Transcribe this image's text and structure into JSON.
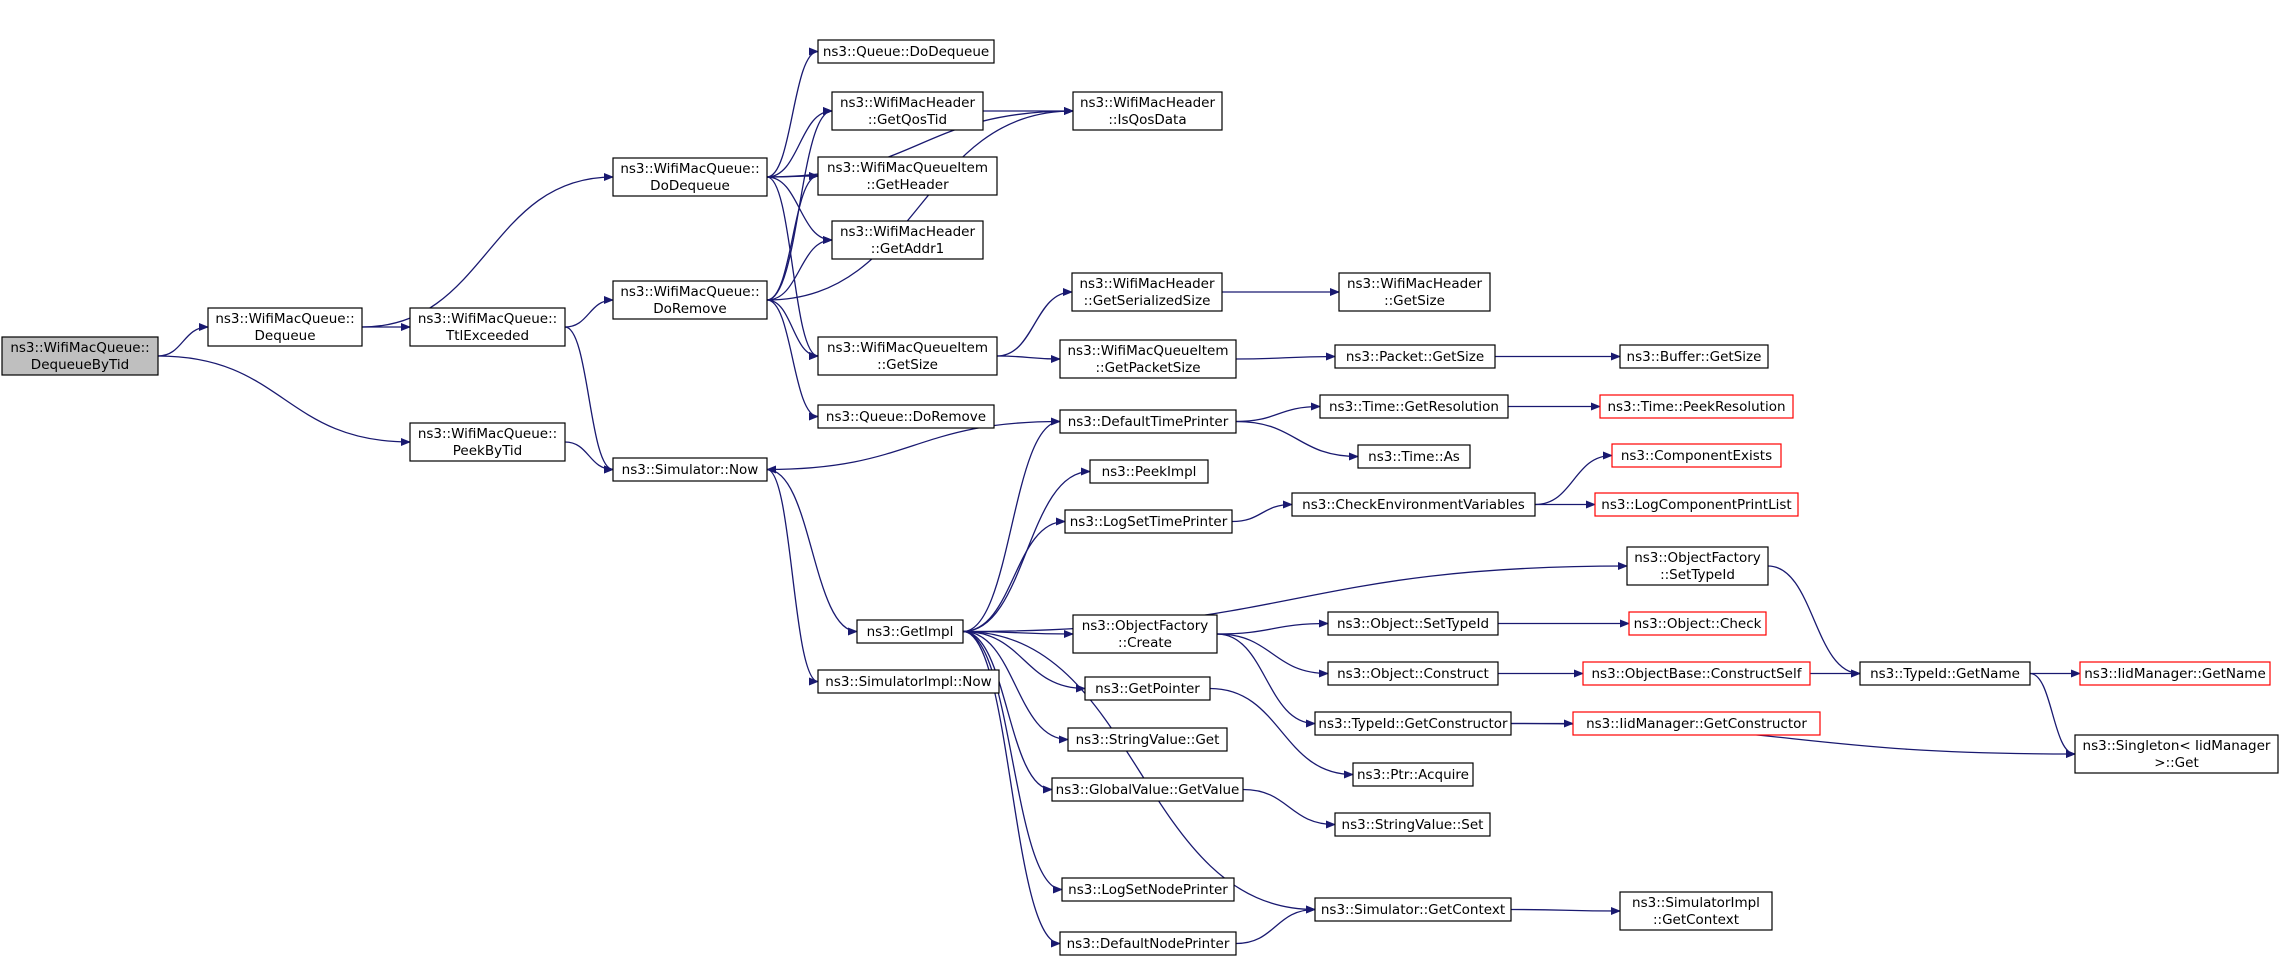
{
  "colors": {
    "edge": "#191970",
    "node_border": "#000000",
    "external_border": "#ff0000",
    "root_fill": "#bfbfbf"
  },
  "nodes": [
    {
      "id": "dequeuebytid",
      "lines": [
        "ns3::WifiMacQueue::",
        "DequeueByTid"
      ],
      "root": true
    },
    {
      "id": "dequeue",
      "lines": [
        "ns3::WifiMacQueue::",
        "Dequeue"
      ]
    },
    {
      "id": "ttlexceeded",
      "lines": [
        "ns3::WifiMacQueue::",
        "TtlExceeded"
      ]
    },
    {
      "id": "peekbytid",
      "lines": [
        "ns3::WifiMacQueue::",
        "PeekByTid"
      ]
    },
    {
      "id": "dodequeue",
      "lines": [
        "ns3::WifiMacQueue::",
        "DoDequeue"
      ]
    },
    {
      "id": "doremove",
      "lines": [
        "ns3::WifiMacQueue::",
        "DoRemove"
      ]
    },
    {
      "id": "simnow",
      "lines": [
        "ns3::Simulator::Now"
      ]
    },
    {
      "id": "queue_dodequeue",
      "lines": [
        "ns3::Queue::DoDequeue"
      ]
    },
    {
      "id": "getqostid",
      "lines": [
        "ns3::WifiMacHeader",
        "::GetQosTid"
      ]
    },
    {
      "id": "itemgetheader",
      "lines": [
        "ns3::WifiMacQueueItem",
        "::GetHeader"
      ]
    },
    {
      "id": "getaddr1",
      "lines": [
        "ns3::WifiMacHeader",
        "::GetAddr1"
      ]
    },
    {
      "id": "itemgetsize",
      "lines": [
        "ns3::WifiMacQueueItem",
        "::GetSize"
      ]
    },
    {
      "id": "queue_doremove",
      "lines": [
        "ns3::Queue::DoRemove"
      ]
    },
    {
      "id": "isqosdata",
      "lines": [
        "ns3::WifiMacHeader",
        "::IsQosData"
      ]
    },
    {
      "id": "getserializedsize",
      "lines": [
        "ns3::WifiMacHeader",
        "::GetSerializedSize"
      ]
    },
    {
      "id": "getpacketsize",
      "lines": [
        "ns3::WifiMacQueueItem",
        "::GetPacketSize"
      ]
    },
    {
      "id": "hdrgetsize",
      "lines": [
        "ns3::WifiMacHeader",
        "::GetSize"
      ]
    },
    {
      "id": "packetgetsize",
      "lines": [
        "ns3::Packet::GetSize"
      ]
    },
    {
      "id": "buffergetsize",
      "lines": [
        "ns3::Buffer::GetSize"
      ]
    },
    {
      "id": "getimpl",
      "lines": [
        "ns3::GetImpl"
      ]
    },
    {
      "id": "simimplnow",
      "lines": [
        "ns3::SimulatorImpl::Now"
      ]
    },
    {
      "id": "defaulttimeprinter",
      "lines": [
        "ns3::DefaultTimePrinter"
      ]
    },
    {
      "id": "peekimpl",
      "lines": [
        "ns3::PeekImpl"
      ]
    },
    {
      "id": "logsettimeprinter",
      "lines": [
        "ns3::LogSetTimePrinter"
      ]
    },
    {
      "id": "objfactorycreate",
      "lines": [
        "ns3::ObjectFactory",
        "::Create"
      ]
    },
    {
      "id": "getpointer",
      "lines": [
        "ns3::GetPointer"
      ]
    },
    {
      "id": "stringvalueget",
      "lines": [
        "ns3::StringValue::Get"
      ]
    },
    {
      "id": "globalvaluegetvalue",
      "lines": [
        "ns3::GlobalValue::GetValue"
      ]
    },
    {
      "id": "logsetnodeprinter",
      "lines": [
        "ns3::LogSetNodePrinter"
      ]
    },
    {
      "id": "defaultnodeprinter",
      "lines": [
        "ns3::DefaultNodePrinter"
      ]
    },
    {
      "id": "timegetresolution",
      "lines": [
        "ns3::Time::GetResolution"
      ]
    },
    {
      "id": "timeas",
      "lines": [
        "ns3::Time::As"
      ]
    },
    {
      "id": "checkenv",
      "lines": [
        "ns3::CheckEnvironmentVariables"
      ]
    },
    {
      "id": "objsettypeid",
      "lines": [
        "ns3::Object::SetTypeId"
      ]
    },
    {
      "id": "objconstruct",
      "lines": [
        "ns3::Object::Construct"
      ]
    },
    {
      "id": "typeidgetconstructor",
      "lines": [
        "ns3::TypeId::GetConstructor"
      ]
    },
    {
      "id": "ptracquire",
      "lines": [
        "ns3::Ptr::Acquire"
      ]
    },
    {
      "id": "stringvalueset",
      "lines": [
        "ns3::StringValue::Set"
      ]
    },
    {
      "id": "simgetcontext",
      "lines": [
        "ns3::Simulator::GetContext"
      ]
    },
    {
      "id": "timepeekresolution",
      "lines": [
        "ns3::Time::PeekResolution"
      ],
      "external": true
    },
    {
      "id": "componentexists",
      "lines": [
        "ns3::ComponentExists"
      ],
      "external": true
    },
    {
      "id": "logcomponentprintlist",
      "lines": [
        "ns3::LogComponentPrintList"
      ],
      "external": true
    },
    {
      "id": "objfactorysettypeid",
      "lines": [
        "ns3::ObjectFactory",
        "::SetTypeId"
      ]
    },
    {
      "id": "objcheck",
      "lines": [
        "ns3::Object::Check"
      ],
      "external": true
    },
    {
      "id": "objbaseconstructself",
      "lines": [
        "ns3::ObjectBase::ConstructSelf"
      ],
      "external": true
    },
    {
      "id": "iidgetconstructor",
      "lines": [
        "ns3::IidManager::GetConstructor"
      ],
      "external": true
    },
    {
      "id": "simimplgetcontext",
      "lines": [
        "ns3::SimulatorImpl",
        "::GetContext"
      ]
    },
    {
      "id": "typeidgetname",
      "lines": [
        "ns3::TypeId::GetName"
      ]
    },
    {
      "id": "iidgetname",
      "lines": [
        "ns3::IidManager::GetName"
      ],
      "external": true
    },
    {
      "id": "singletonget",
      "lines": [
        "ns3::Singleton< IidManager",
        ">::Get"
      ]
    }
  ],
  "edges": [
    [
      "dequeuebytid",
      "dequeue"
    ],
    [
      "dequeuebytid",
      "peekbytid"
    ],
    [
      "dequeue",
      "dodequeue"
    ],
    [
      "dequeue",
      "ttlexceeded"
    ],
    [
      "ttlexceeded",
      "doremove"
    ],
    [
      "ttlexceeded",
      "simnow"
    ],
    [
      "peekbytid",
      "simnow"
    ],
    [
      "dodequeue",
      "isqosdata"
    ],
    [
      "dodequeue",
      "queue_dodequeue"
    ],
    [
      "dodequeue",
      "getqostid"
    ],
    [
      "dodequeue",
      "itemgetheader"
    ],
    [
      "dodequeue",
      "getaddr1"
    ],
    [
      "dodequeue",
      "itemgetsize"
    ],
    [
      "doremove",
      "getqostid"
    ],
    [
      "doremove",
      "itemgetheader"
    ],
    [
      "doremove",
      "getaddr1"
    ],
    [
      "doremove",
      "isqosdata"
    ],
    [
      "doremove",
      "itemgetsize"
    ],
    [
      "doremove",
      "queue_doremove"
    ],
    [
      "getqostid",
      "isqosdata"
    ],
    [
      "itemgetsize",
      "getserializedsize"
    ],
    [
      "itemgetsize",
      "getpacketsize"
    ],
    [
      "getserializedsize",
      "hdrgetsize"
    ],
    [
      "getpacketsize",
      "packetgetsize"
    ],
    [
      "packetgetsize",
      "buffergetsize"
    ],
    [
      "simnow",
      "getimpl"
    ],
    [
      "simnow",
      "simimplnow"
    ],
    [
      "defaulttimeprinter",
      "simnow"
    ],
    [
      "defaulttimeprinter",
      "timegetresolution"
    ],
    [
      "defaulttimeprinter",
      "timeas"
    ],
    [
      "timegetresolution",
      "timepeekresolution"
    ],
    [
      "getimpl",
      "defaulttimeprinter"
    ],
    [
      "getimpl",
      "peekimpl"
    ],
    [
      "getimpl",
      "logsettimeprinter"
    ],
    [
      "getimpl",
      "objfactorysettypeid"
    ],
    [
      "getimpl",
      "objfactorycreate"
    ],
    [
      "getimpl",
      "getpointer"
    ],
    [
      "getimpl",
      "stringvalueget"
    ],
    [
      "getimpl",
      "globalvaluegetvalue"
    ],
    [
      "getimpl",
      "logsetnodeprinter"
    ],
    [
      "getimpl",
      "defaultnodeprinter"
    ],
    [
      "getimpl",
      "simgetcontext"
    ],
    [
      "logsettimeprinter",
      "checkenv"
    ],
    [
      "checkenv",
      "componentexists"
    ],
    [
      "checkenv",
      "logcomponentprintlist"
    ],
    [
      "objfactorycreate",
      "objsettypeid"
    ],
    [
      "objfactorycreate",
      "objconstruct"
    ],
    [
      "objfactorycreate",
      "typeidgetconstructor"
    ],
    [
      "objsettypeid",
      "objcheck"
    ],
    [
      "objconstruct",
      "objbaseconstructself"
    ],
    [
      "objbaseconstructself",
      "typeidgetname"
    ],
    [
      "typeidgetconstructor",
      "iidgetconstructor"
    ],
    [
      "typeidgetconstructor",
      "singletonget"
    ],
    [
      "objfactorysettypeid",
      "typeidgetname"
    ],
    [
      "typeidgetname",
      "iidgetname"
    ],
    [
      "typeidgetname",
      "singletonget"
    ],
    [
      "getpointer",
      "ptracquire"
    ],
    [
      "globalvaluegetvalue",
      "stringvalueset"
    ],
    [
      "defaultnodeprinter",
      "simgetcontext"
    ],
    [
      "simgetcontext",
      "simimplgetcontext"
    ]
  ]
}
